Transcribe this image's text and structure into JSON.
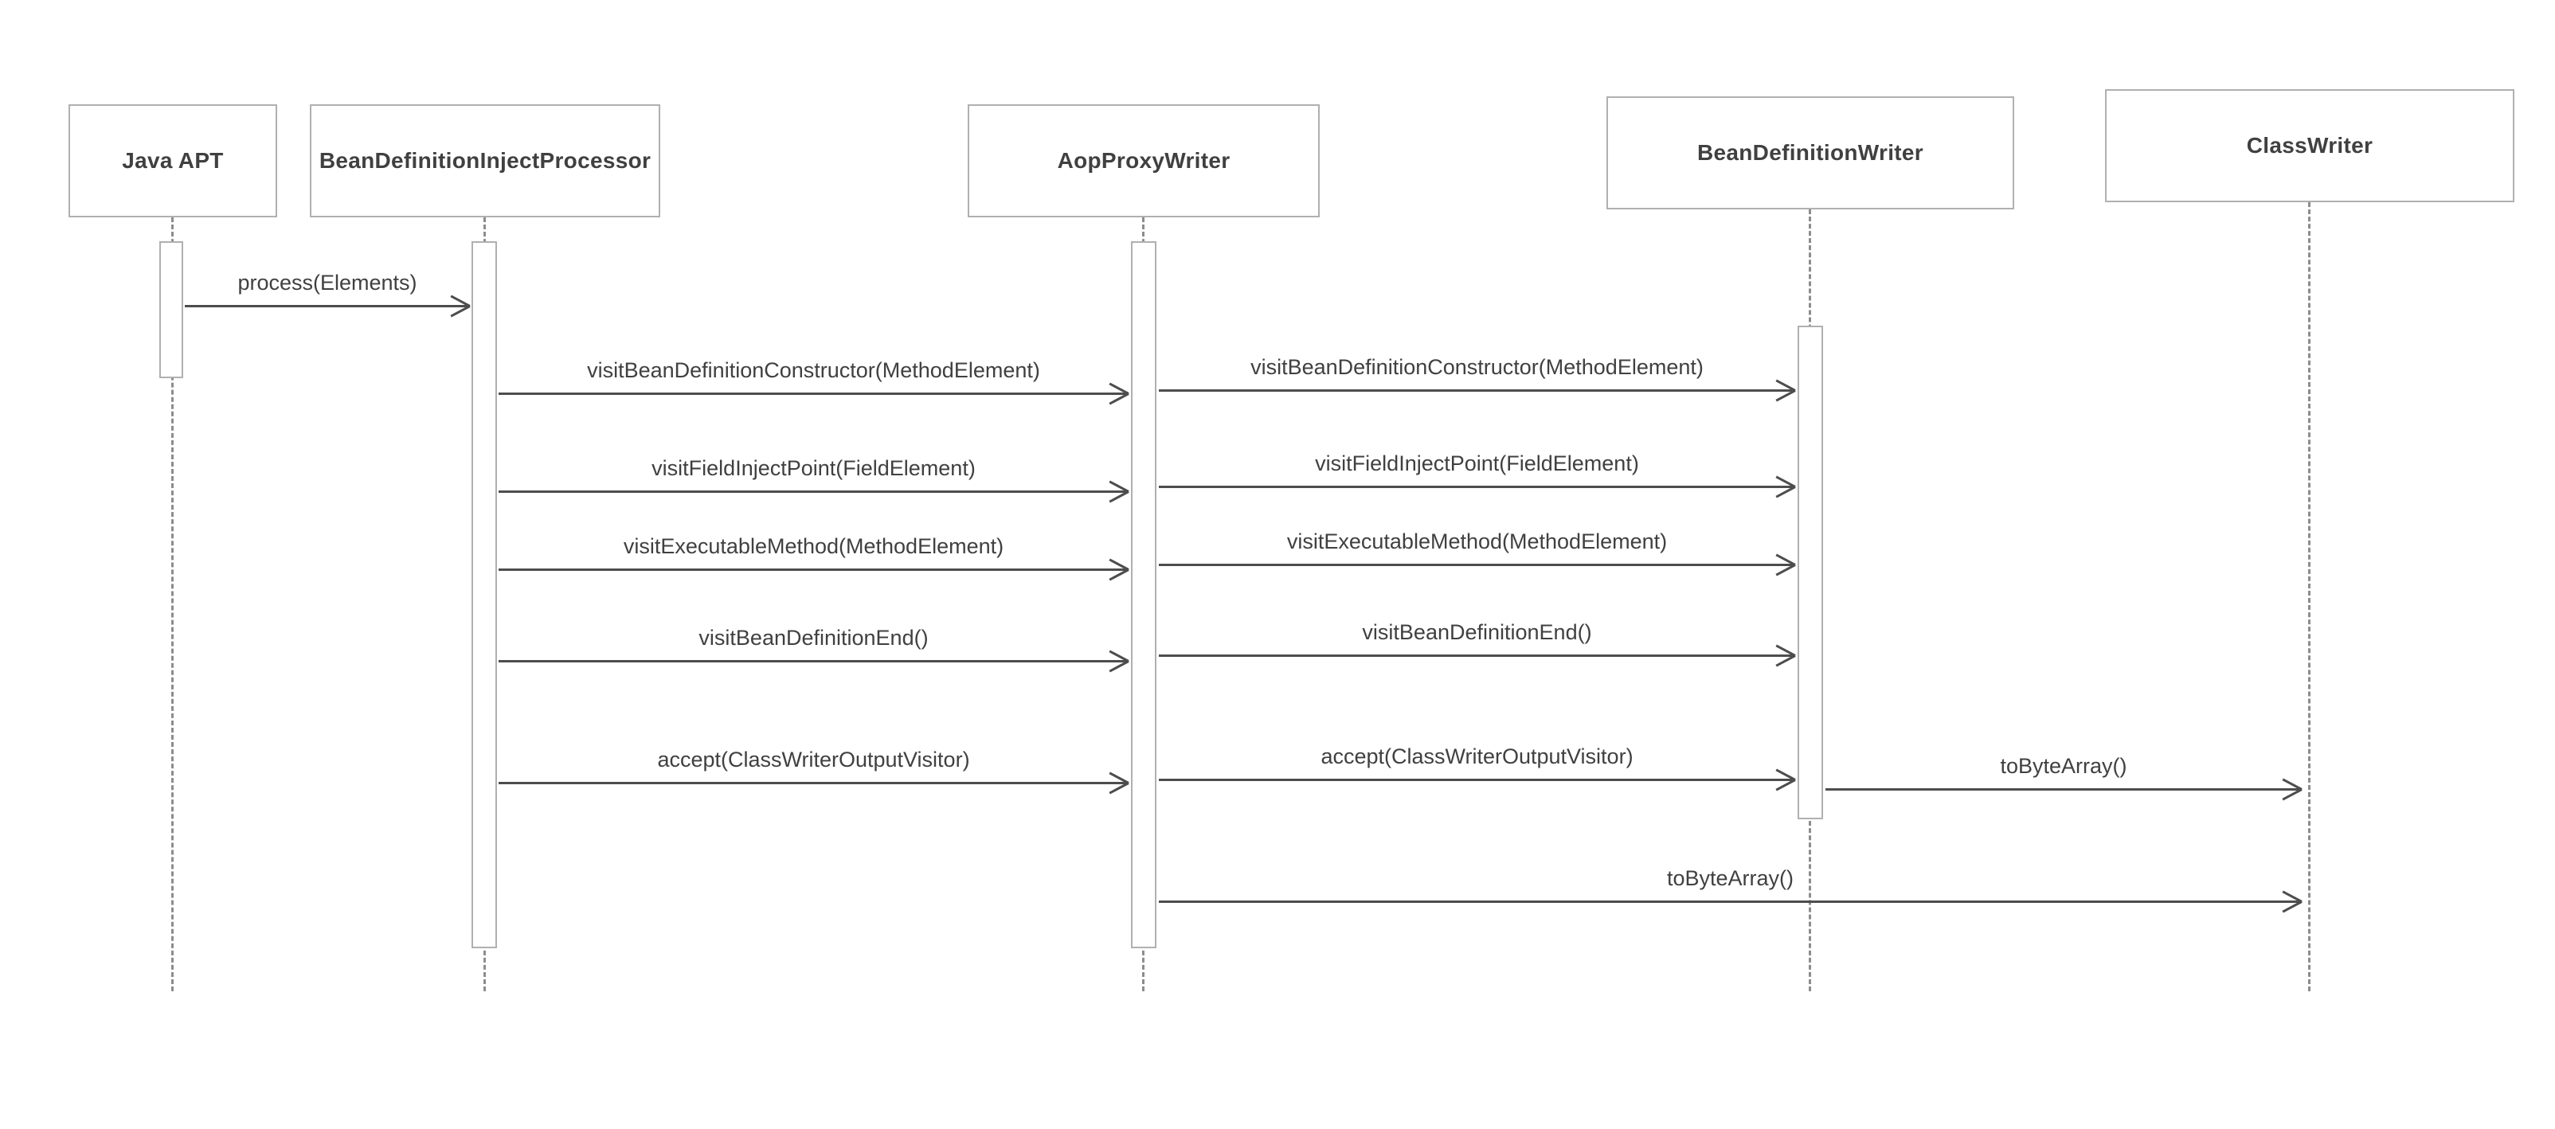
{
  "diagram": {
    "type": "sequence-diagram",
    "participants": [
      {
        "id": "java-apt",
        "label": "Java APT"
      },
      {
        "id": "bean-definition-inject-processor",
        "label": "BeanDefinitionInjectProcessor"
      },
      {
        "id": "aop-proxy-writer",
        "label": "AopProxyWriter"
      },
      {
        "id": "bean-definition-writer",
        "label": "BeanDefinitionWriter"
      },
      {
        "id": "class-writer",
        "label": "ClassWriter"
      }
    ],
    "messages": [
      {
        "label": "process(Elements)",
        "from": "Java APT",
        "to": "BeanDefinitionInjectProcessor"
      },
      {
        "label": "visitBeanDefinitionConstructor(MethodElement)",
        "from": "BeanDefinitionInjectProcessor",
        "to": "AopProxyWriter"
      },
      {
        "label": "visitBeanDefinitionConstructor(MethodElement)",
        "from": "AopProxyWriter",
        "to": "BeanDefinitionWriter"
      },
      {
        "label": "visitFieldInjectPoint(FieldElement)",
        "from": "BeanDefinitionInjectProcessor",
        "to": "AopProxyWriter"
      },
      {
        "label": "visitFieldInjectPoint(FieldElement)",
        "from": "AopProxyWriter",
        "to": "BeanDefinitionWriter"
      },
      {
        "label": "visitExecutableMethod(MethodElement)",
        "from": "BeanDefinitionInjectProcessor",
        "to": "AopProxyWriter"
      },
      {
        "label": "visitExecutableMethod(MethodElement)",
        "from": "AopProxyWriter",
        "to": "BeanDefinitionWriter"
      },
      {
        "label": "visitBeanDefinitionEnd()",
        "from": "BeanDefinitionInjectProcessor",
        "to": "AopProxyWriter"
      },
      {
        "label": "visitBeanDefinitionEnd()",
        "from": "AopProxyWriter",
        "to": "BeanDefinitionWriter"
      },
      {
        "label": "accept(ClassWriterOutputVisitor)",
        "from": "BeanDefinitionInjectProcessor",
        "to": "AopProxyWriter"
      },
      {
        "label": "accept(ClassWriterOutputVisitor)",
        "from": "AopProxyWriter",
        "to": "BeanDefinitionWriter"
      },
      {
        "label": "toByteArray()",
        "from": "BeanDefinitionWriter",
        "to": "ClassWriter"
      },
      {
        "label": "toByteArray()",
        "from": "AopProxyWriter",
        "to": "ClassWriter"
      }
    ],
    "colors": {
      "background": "#ffffff",
      "box_border": "#b0b0b0",
      "text": "#404040",
      "arrow": "#4d4d4d",
      "lifeline": "#8c8c8c"
    }
  }
}
